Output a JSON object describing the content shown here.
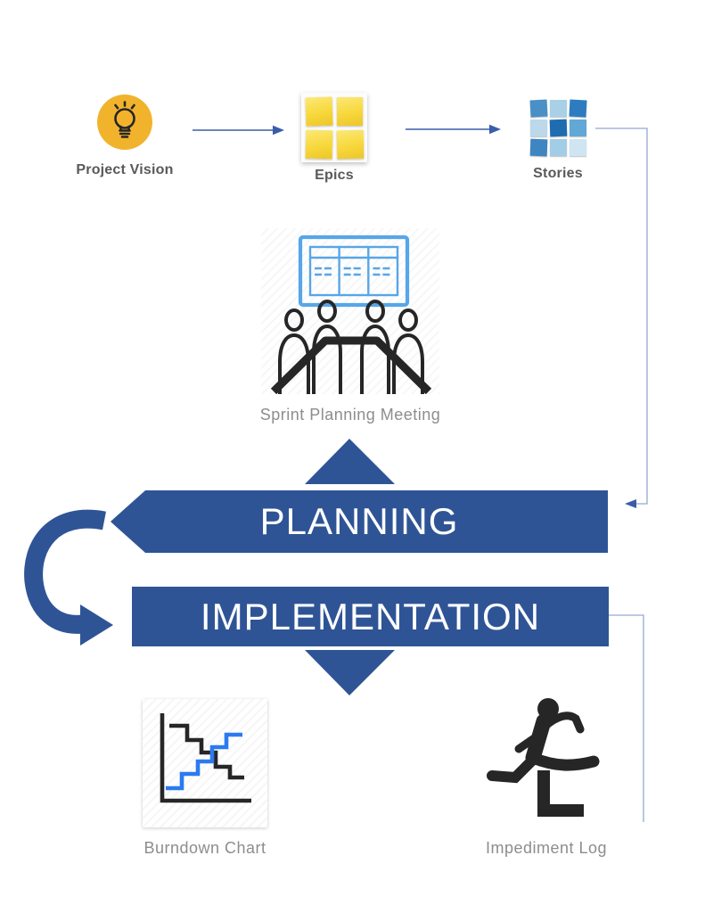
{
  "palette": {
    "banner_blue": "#2f5496",
    "arrow_blue": "#3a5da8",
    "connector_blue": "#93a9d4",
    "icon_black": "#262626",
    "board_blue": "#57a6e8",
    "burn_blue": "#2b7af0",
    "vision_amber": "#f2b32c",
    "sticky_yellow": "#f7d83c",
    "label_dark": "#595959",
    "label_gray": "#8d8d8d",
    "banner_text": "#ffffff"
  },
  "nodes": {
    "project_vision": {
      "label": "Project Vision",
      "icon": "lightbulb-icon"
    },
    "epics": {
      "label": "Epics",
      "icon": "sticky-notes-icon"
    },
    "stories": {
      "label": "Stories",
      "icon": "story-grid-icon"
    },
    "sprint_planning_meeting": {
      "label": "Sprint Planning Meeting",
      "icon": "meeting-board-icon"
    },
    "burndown_chart": {
      "label": "Burndown Chart",
      "icon": "burndown-chart-icon"
    },
    "impediment_log": {
      "label": "Impediment Log",
      "icon": "hurdler-icon"
    }
  },
  "banners": {
    "planning": {
      "label": "PLANNING"
    },
    "implementation": {
      "label": "IMPLEMENTATION"
    }
  },
  "stories_icon_colors": [
    "#4a90c7",
    "#a9d0e6",
    "#2e7cc0",
    "#bcd8ea",
    "#1f6cb0",
    "#61a8d6",
    "#3d86c2",
    "#a3cde6",
    "#cfe6f2"
  ],
  "connections": [
    {
      "from": "project-vision",
      "to": "epics",
      "style": "straight-arrow"
    },
    {
      "from": "epics",
      "to": "stories",
      "style": "straight-arrow"
    },
    {
      "from": "stories",
      "to": "planning-banner",
      "style": "elbow-arrow"
    },
    {
      "from": "planning-banner",
      "to": "implementation-banner",
      "style": "curved-cycle-arrow"
    },
    {
      "from": "implementation-banner",
      "to": "impediment-log",
      "style": "elbow-line"
    }
  ]
}
